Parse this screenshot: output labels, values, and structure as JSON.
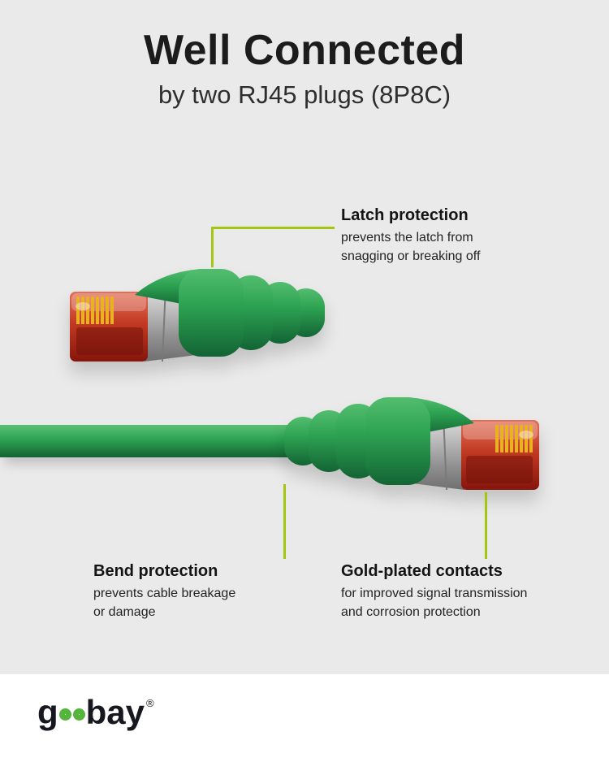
{
  "header": {
    "title": "Well Connected",
    "subtitle": "by two RJ45 plugs (8P8C)"
  },
  "callouts": {
    "latch": {
      "heading": "Latch protection",
      "body": "prevents the latch from\nsnagging or breaking off"
    },
    "bend": {
      "heading": "Bend protection",
      "body": "prevents cable breakage\nor damage"
    },
    "gold": {
      "heading": "Gold-plated contacts",
      "body": "for improved signal transmission\nand corrosion protection"
    }
  },
  "logo": {
    "g": "g",
    "bay": "bay",
    "registered": "®"
  },
  "colors": {
    "background_gray": "#eaeaea",
    "footer_white": "#ffffff",
    "accent_lime": "#a4c613",
    "cable_green": "#2da352",
    "plug_red": "#c23a22",
    "shield_silver": "#bdbdbd",
    "contacts_gold": "#eab21e",
    "logo_green": "#55b43c",
    "text_dark": "#1c1c1c"
  }
}
